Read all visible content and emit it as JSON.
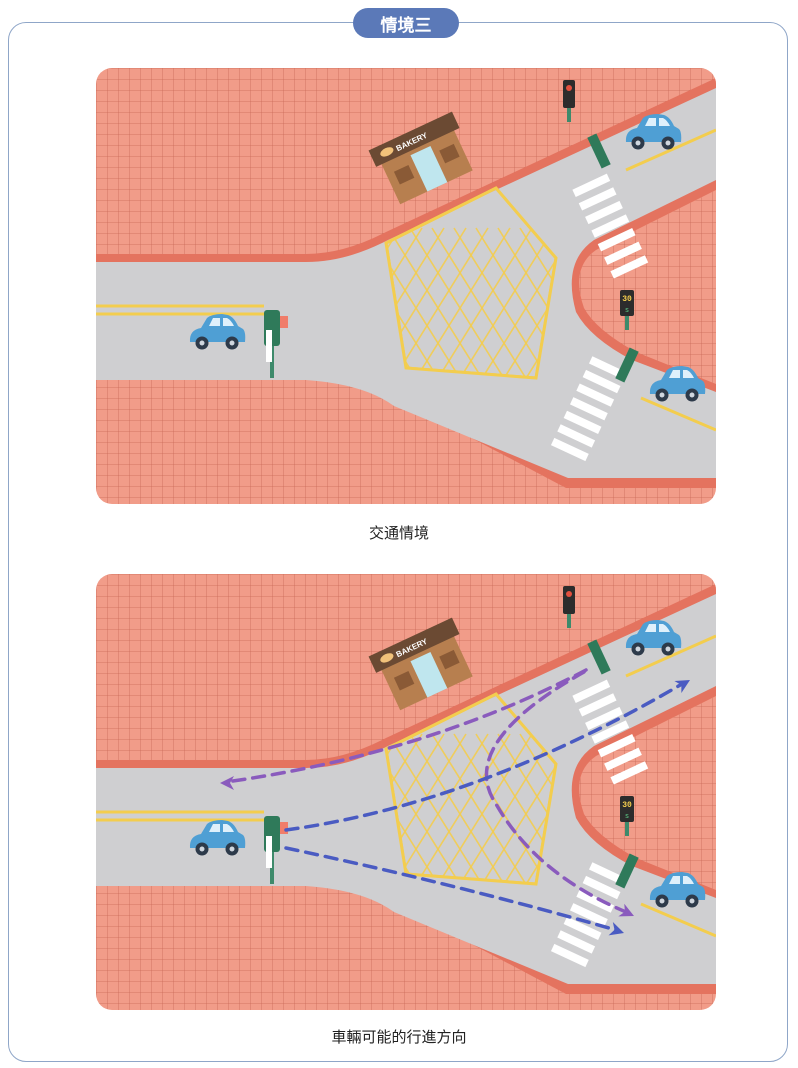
{
  "title": "情境三",
  "panels": [
    {
      "caption": "交通情境",
      "shop_sign": "BAKERY",
      "countdown": "30",
      "countdown_sub": "s",
      "show_arrows": false
    },
    {
      "caption": "車輛可能的行進方向",
      "shop_sign": "BAKERY",
      "countdown": "30",
      "countdown_sub": "s",
      "show_arrows": true
    }
  ],
  "colors": {
    "pavement": "#f19c89",
    "grid": "#c96a58",
    "road": "#cfcfd1",
    "curb": "#e4735f",
    "yellow": "#f3cd4e",
    "car": "#4f9fd4",
    "arrow_purple": "#8a5bbd",
    "arrow_blue": "#4a5bc2"
  }
}
